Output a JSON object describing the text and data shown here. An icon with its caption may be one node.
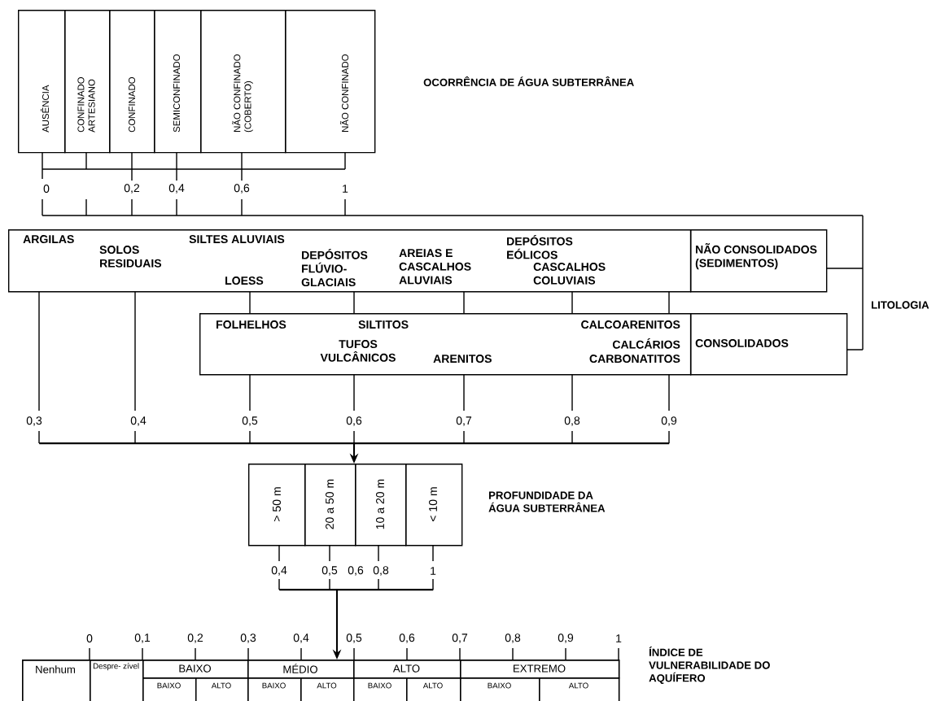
{
  "diagram": {
    "nodes": [
      {
        "text": [
          "AUSÊNCIA"
        ]
      },
      {
        "text": [
          "CONFINADO ARTESIANO"
        ]
      },
      {
        "text": [
          "CONFINADO"
        ]
      },
      {
        "text": [
          "SEMICONFINADO"
        ]
      },
      {
        "text": [
          "NÃO CONFINADO (COBERTO)"
        ]
      },
      {
        "text": [
          "NÃO CONFINADO"
        ]
      },
      {
        "text": [
          "ARGILAS",
          "SOLOS RESIDUAIS",
          "SILTES ALUVIAIS",
          "LOESS",
          "DEPÓSITOS FLÚVIO-GLACIAIS",
          "AREIAS E CASCALHOS ALUVIAIS",
          "DEPÓSITOS EÓLICOS",
          "CASCALHOS COLUVIAIS"
        ]
      },
      {
        "text": [
          "NÃO CONSOLIDADOS (SEDIMENTOS)"
        ]
      },
      {
        "text": [
          "FOLHELHOS",
          "SILTITOS",
          "CALCOARENITOS",
          "TUFOS VULCÂNICOS",
          "CALCÁRIOS",
          "ARENITOS",
          "CARBONATITOS"
        ]
      },
      {
        "text": [
          "CONSOLIDADOS"
        ]
      },
      {
        "text": [
          "> 50 m"
        ]
      },
      {
        "text": [
          "20 a 50 m"
        ]
      },
      {
        "text": [
          "10 a 20 m"
        ]
      },
      {
        "text": [
          "< 10 m"
        ]
      },
      {
        "text": [],
        "shape": "box"
      },
      {
        "text": [
          "Nenhum"
        ],
        "in": 14
      },
      {
        "text": [
          "Despre- zível"
        ],
        "in": 14
      },
      {
        "text": [
          "BAIXO"
        ],
        "in": 14
      },
      {
        "text": [
          "MÉDIO"
        ],
        "in": 14
      },
      {
        "text": [
          "ALTO"
        ],
        "in": 14
      },
      {
        "text": [
          "EXTREMO"
        ],
        "in": 14
      },
      {
        "text": [
          "BAIXO"
        ],
        "in": 14
      },
      {
        "text": [
          "ALTO"
        ],
        "in": 14
      },
      {
        "text": [
          "BAIXO"
        ],
        "in": 14
      },
      {
        "text": [
          "ALTO"
        ],
        "in": 14
      },
      {
        "text": [
          "BAIXO"
        ],
        "in": 14
      },
      {
        "text": [
          "ALTO"
        ],
        "in": 14
      },
      {
        "text": [
          "BAIXO"
        ],
        "in": 14
      },
      {
        "text": [
          "ALTO"
        ],
        "in": 14
      },
      {
        "text": [],
        "shape": "bar"
      },
      {
        "text": [],
        "shape": "bar"
      }
    ],
    "edges": [
      {
        "from": 29,
        "to": 12,
        "arrow": "to"
      },
      {
        "from": 30,
        "to": 14,
        "arrow": "to"
      }
    ],
    "labels": [
      "OCORRÊNCIA DE ÁGUA SUBTERRÂNEA",
      "0",
      "0,2",
      "0,4",
      "0,6",
      "1",
      "LITOLOGIA",
      "0,3",
      "0,4",
      "0,5",
      "0,6",
      "0,7",
      "0,8",
      "0,9",
      "PROFUNDIDADE DA ÁGUA SUBTERRÂNEA",
      "0,4",
      "0,5",
      "0,6",
      "0,8",
      "1",
      "0",
      "0,1",
      "0,2",
      "0,3",
      "0,4",
      "0,5",
      "0,6",
      "0,7",
      "0,8",
      "0,9",
      "1",
      "ÍNDICE DE VULNERABILIDADE DO AQUÍFERO"
    ]
  }
}
